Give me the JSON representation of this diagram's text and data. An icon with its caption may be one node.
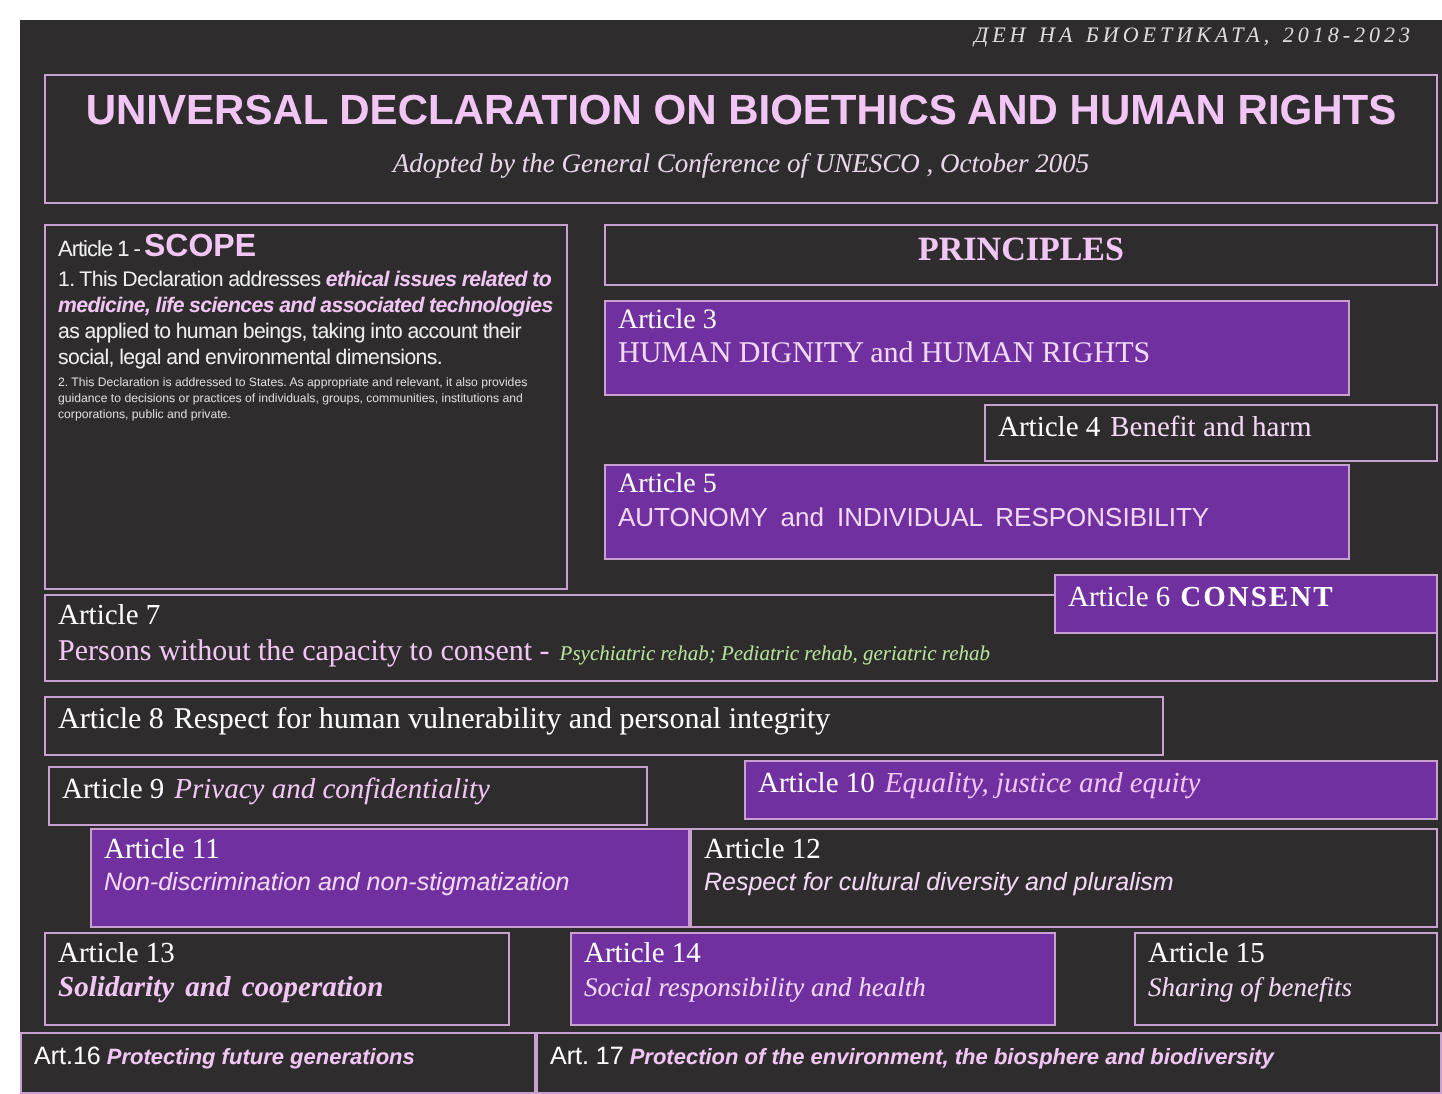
{
  "diagram": {
    "nodes": [
      {
        "text": [
          "UNIVERSAL DECLARATION ON BIOETHICS AND HUMAN RIGHTS",
          "Adopted by the General Conference of UNESCO , October 2005"
        ]
      },
      {
        "text": [
          "Article 1 -",
          "SCOPE",
          "1. This Declaration addresses **ethical issues related to medicine, life sciences and associated technologies** as applied to human beings, taking into account their social, legal and environmental dimensions.",
          "2. This Declaration is addressed to States. As appropriate and relevant, it also provides guidance to decisions or practices of individuals, groups, communities, institutions and corporations, public and private."
        ]
      },
      {
        "text": [
          "PRINCIPLES"
        ]
      },
      {
        "text": [
          "Article 3",
          "HUMAN DIGNITY and HUMAN RIGHTS"
        ]
      },
      {
        "text": [
          "Article 4",
          "Benefit and harm"
        ]
      },
      {
        "text": [
          "Article 5",
          "AUTONOMY and INDIVIDUAL RESPONSIBILITY"
        ]
      },
      {
        "text": [
          "Article 6",
          "CONSENT"
        ]
      },
      {
        "text": [
          "Article 7",
          "Persons without the capacity to consent -",
          "Psychiatric rehab; Pediatric rehab, geriatric rehab"
        ]
      },
      {
        "text": [
          "Article 8",
          "Respect for human vulnerability and personal integrity"
        ]
      },
      {
        "text": [
          "Article 9",
          "Privacy and confidentiality"
        ]
      },
      {
        "text": [
          "Article 10",
          "Equality, justice and equity"
        ]
      },
      {
        "text": [
          "Article 11",
          "Non-discrimination and non-stigmatization"
        ]
      },
      {
        "text": [
          "Article 12",
          "Respect for cultural diversity and pluralism"
        ]
      },
      {
        "text": [
          "Article 13",
          "Solidarity and cooperation"
        ]
      },
      {
        "text": [
          "Article 14",
          "Social responsibility and health"
        ]
      },
      {
        "text": [
          "Article 15",
          "Sharing of benefits"
        ]
      },
      {
        "text": [
          "Art.16",
          "Protecting future generations"
        ]
      },
      {
        "text": [
          "Art. 17",
          "Protection of the environment, the biosphere and biodiversity"
        ]
      }
    ],
    "labels": [
      "ДЕН НА БИОЕТИКАТА, 2018-2023"
    ]
  }
}
